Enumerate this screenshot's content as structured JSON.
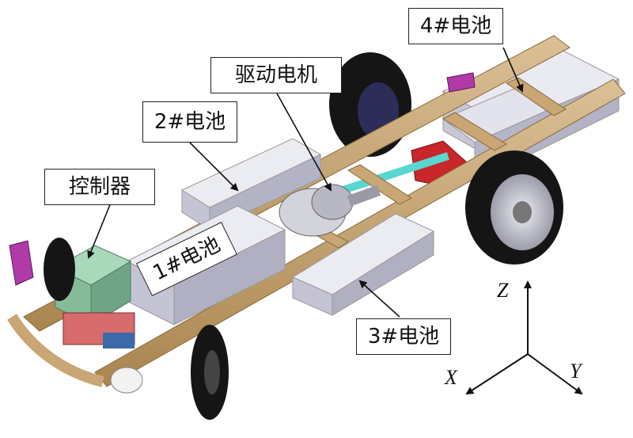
{
  "labels": {
    "battery4": "4#电池",
    "motor": "驱动电机",
    "battery2": "2#电池",
    "controller": "控制器",
    "battery1": "1#电池",
    "battery3": "3#电池"
  },
  "axes": {
    "z": "Z",
    "x": "X",
    "y": "Y"
  },
  "colors": {
    "frame": "#c8a878",
    "frame_dark": "#9c7a4a",
    "battery": "#d9d9e6",
    "battery_dark": "#a9a9bb",
    "tire": "#151515",
    "rim": "#cfcfd6",
    "cab_purple": "#b03aa8",
    "controller_green": "#9fcfb0",
    "axle_red": "#c8262a",
    "cyan_rod": "#58d7d2"
  }
}
